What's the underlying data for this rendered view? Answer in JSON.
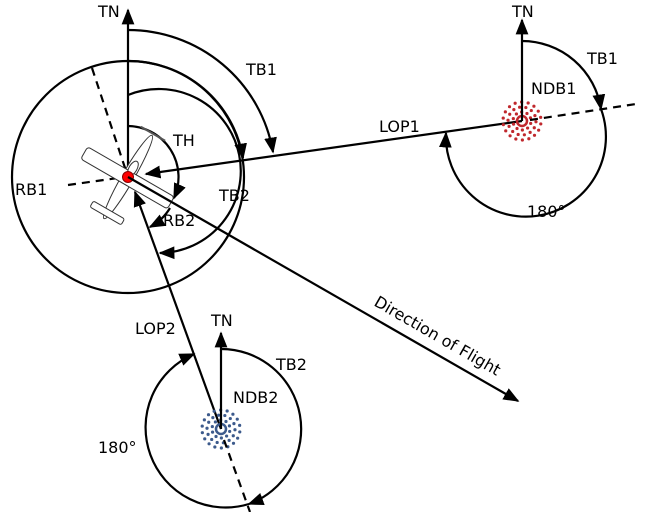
{
  "title": "ADF/NDB position fixing: bearings and lines of position",
  "labels": {
    "tn_aircraft": "TN",
    "tn_ndb1": "TN",
    "tn_ndb2": "TN",
    "tb1_aircraft": "TB1",
    "tb1_ndb1": "TB1",
    "tb2_aircraft": "TB2",
    "tb2_ndb2": "TB2",
    "th": "TH",
    "rb1": "RB1",
    "rb2": "RB2",
    "lop1": "LOP1",
    "lop2": "LOP2",
    "ndb1": "NDB1",
    "ndb2": "NDB2",
    "deg180_ndb1": "180°",
    "deg180_ndb2": "180°",
    "direction": "Direction of Flight"
  },
  "colors": {
    "aircraft_marker": "#ff0000",
    "ndb1": "#c0282d",
    "ndb2": "#3c5a8c",
    "line": "#000000"
  }
}
